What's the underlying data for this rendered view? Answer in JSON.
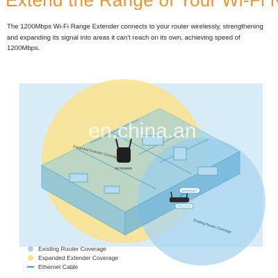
{
  "headline": "Extend the Range of Your Wi-Fi Network",
  "description": "The 1200Mbps Wi-Fi Range Extender connects to your router wirelessly, strengthening and expanding its signal into areas it can't reach on its own, achieving speed of 1200Mbps.",
  "illustration": {
    "watermark": "en.china.an",
    "extender_label": "EXTENDER",
    "router_label": "ROUTER",
    "internet_label": "INTERNET",
    "extender_coverage_label": "Expanded Extender Coverage",
    "router_coverage_label": "Existing Router Coverage"
  },
  "legend": [
    {
      "label": "Existing Router Coverage",
      "color": "#a9d5f0",
      "kind": "dot"
    },
    {
      "label": "Expanded Extender Coverage",
      "color": "#fbe38c",
      "kind": "dot"
    },
    {
      "label": "Ethernet Cable",
      "color": "#2f9be0",
      "kind": "line"
    }
  ],
  "colors": {
    "accent": "#f0922c",
    "router_coverage": "#a9d5f0",
    "extender_coverage": "#fbe38c",
    "house": "#8fcbe6"
  }
}
